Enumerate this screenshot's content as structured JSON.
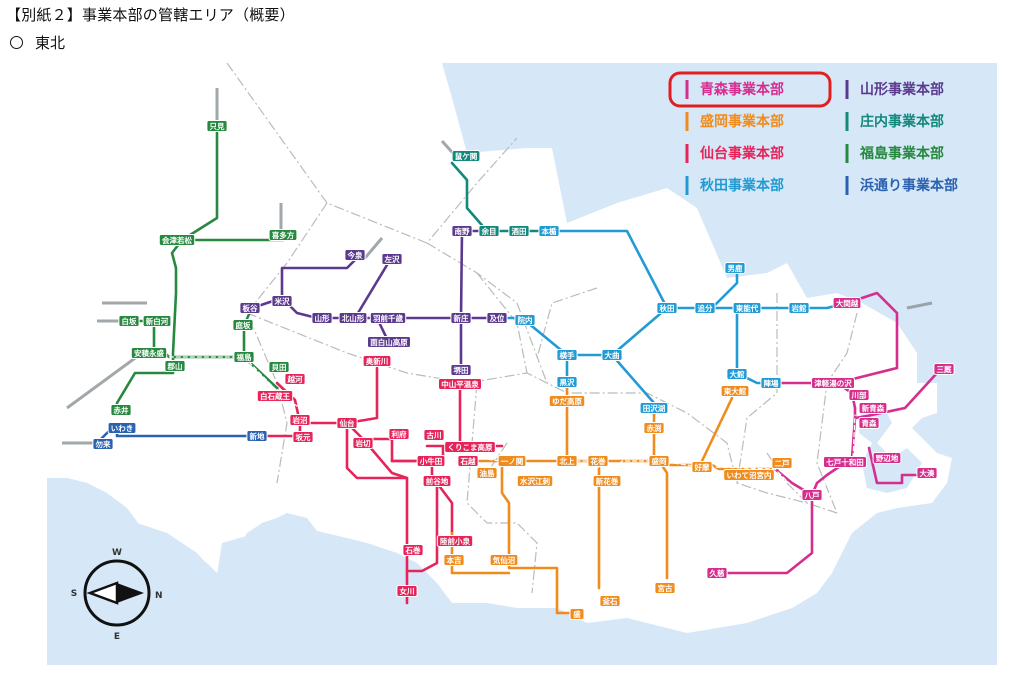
{
  "header": {
    "title": "【別紙２】事業本部の管轄エリア（概要）",
    "subtitle": "東北"
  },
  "colors": {
    "sea": "#d6e7f7",
    "land": "#ffffff",
    "border": "#bbbbbb",
    "aomori": "#d62e8e",
    "morioka": "#f08c1e",
    "sendai": "#e6245a",
    "akita": "#229bd4",
    "yamagata": "#5b3a8e",
    "shonai": "#13897e",
    "fukushima": "#26893f",
    "hamadori": "#2b62b0",
    "highlight": "#e02020",
    "external": "#8a9296"
  },
  "legend": {
    "items": [
      {
        "label": "青森事業本部",
        "color_key": "aomori",
        "highlighted": true
      },
      {
        "label": "盛岡事業本部",
        "color_key": "morioka"
      },
      {
        "label": "仙台事業本部",
        "color_key": "sendai"
      },
      {
        "label": "秋田事業本部",
        "color_key": "akita"
      },
      {
        "label": "山形事業本部",
        "color_key": "yamagata"
      },
      {
        "label": "庄内事業本部",
        "color_key": "shonai"
      },
      {
        "label": "福島事業本部",
        "color_key": "fukushima"
      },
      {
        "label": "浜通り事業本部",
        "color_key": "hamadori"
      }
    ]
  },
  "compass": {
    "top": "W",
    "bottom": "E",
    "left": "S",
    "right": "N"
  },
  "stations": {
    "fukushima": [
      "只見",
      "会津若松",
      "喜多方",
      "白坂",
      "新白河",
      "安積永盛",
      "郡山",
      "福島",
      "庭坂",
      "貝田",
      "赤井"
    ],
    "hamadori": [
      "いわき",
      "勿来",
      "新地"
    ],
    "yamagata": [
      "米沢",
      "板谷",
      "今泉",
      "左沢",
      "山形",
      "北山形",
      "羽前千歳",
      "面白山高原",
      "新庄",
      "南野",
      "及位",
      "堺田"
    ],
    "shonai": [
      "鼠ケ関",
      "余目",
      "酒田"
    ],
    "akita": [
      "本楯",
      "院内",
      "横手",
      "大曲",
      "秋田",
      "追分",
      "男鹿",
      "東能代",
      "岩館",
      "大館",
      "陣場",
      "黒沢",
      "田沢湖"
    ],
    "sendai": [
      "越河",
      "白石蔵王",
      "岩沼",
      "坂元",
      "仙台",
      "奥新川",
      "岩切",
      "利府",
      "古川",
      "くりこま高原",
      "小牛田",
      "石越",
      "中山平温泉",
      "前谷地",
      "陸前小泉",
      "石巻",
      "女川"
    ],
    "morioka": [
      "ゆだ高原",
      "赤渕",
      "東大館",
      "油島",
      "一ノ関",
      "水沢江刺",
      "北上",
      "花巻",
      "新花巻",
      "盛岡",
      "好摩",
      "いわて沼宮内",
      "二戸",
      "本吉",
      "気仙沼",
      "盛",
      "釜石",
      "宮古"
    ],
    "aomori": [
      "大間越",
      "津軽湯の沢",
      "川部",
      "新青森",
      "青森",
      "三厩",
      "野辺地",
      "大湊",
      "七戸十和田",
      "八戸",
      "久慈"
    ]
  }
}
